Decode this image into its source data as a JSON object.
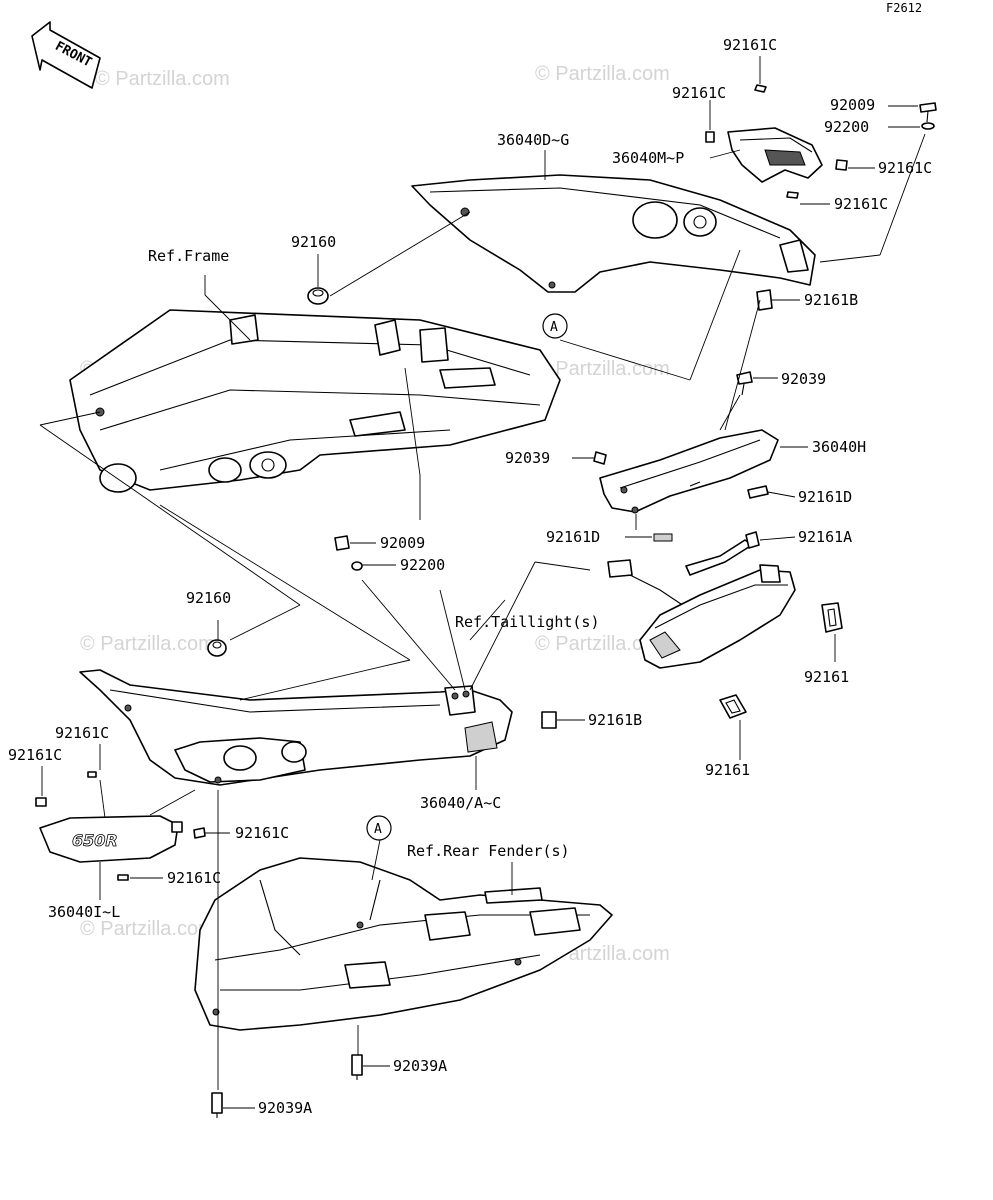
{
  "figure_code": "F2612",
  "front_arrow": "FRONT",
  "watermark": "© Partzilla.com",
  "callouts": {
    "a_top": "A",
    "a_bottom": "A"
  },
  "parts": {
    "p92161c_1": "92161C",
    "p92161c_2": "92161C",
    "p92009_top": "92009",
    "p92200_top": "92200",
    "p36040d_g": "36040D~G",
    "p36040m_p": "36040M~P",
    "p92161c_3": "92161C",
    "p92161c_4": "92161C",
    "p92161b_top": "92161B",
    "ref_frame": "Ref.Frame",
    "p92160_top": "92160",
    "p92039_top": "92039",
    "p36040h": "36040H",
    "p92039_mid": "92039",
    "p92161d_1": "92161D",
    "p92161d_2": "92161D",
    "p92161a": "92161A",
    "p92009_mid": "92009",
    "p92200_mid": "92200",
    "p92160_mid": "92160",
    "ref_taillight": "Ref.Taillight(s)",
    "p92161_1": "92161",
    "p92161b_mid": "92161B",
    "p92161_2": "92161",
    "p92161c_5": "92161C",
    "p92161c_6": "92161C",
    "p36040_a_c": "36040/A~C",
    "p92161c_7": "92161C",
    "ref_rear_fender": "Ref.Rear Fender(s)",
    "p36040i_l": "36040I~L",
    "p92161c_8": "92161C",
    "p92039a_1": "92039A",
    "p92039a_2": "92039A"
  },
  "badge_text": "650R"
}
